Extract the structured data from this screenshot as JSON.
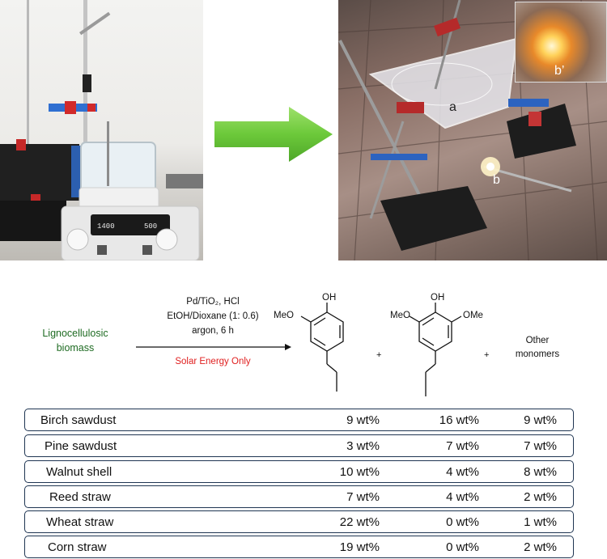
{
  "photos": {
    "left_display": "1400",
    "left_display_right": "500",
    "right_label_a": "a",
    "right_label_b": "b",
    "right_label_b_prime": "b’"
  },
  "scheme": {
    "feedstock_line1": "Lignocellulosic",
    "feedstock_line2": "biomass",
    "condition_catalyst": "Pd/TiO₂, HCl",
    "condition_solvent": "EtOH/Dioxane (1: 0.6)",
    "condition_atmosphere": "argon, 6 h",
    "energy_note": "Solar Energy Only",
    "plus": "+",
    "product1_oh": "OH",
    "product1_meo": "MeO",
    "product2_oh": "OH",
    "product2_meo": "MeO",
    "product2_ome": "OMe",
    "other_line1": "Other",
    "other_line2": "monomers"
  },
  "table": {
    "rows": [
      {
        "name": "Birch sawdust",
        "v1": "9 wt%",
        "v2": "16 wt%",
        "v3": "9 wt%"
      },
      {
        "name": "Pine  sawdust",
        "v1": "3 wt%",
        "v2": "7 wt%",
        "v3": "7 wt%"
      },
      {
        "name": "Walnut shell",
        "v1": "10 wt%",
        "v2": "4 wt%",
        "v3": "8 wt%"
      },
      {
        "name": "Reed straw",
        "v1": "7 wt%",
        "v2": "4 wt%",
        "v3": "2 wt%"
      },
      {
        "name": "Wheat straw",
        "v1": "22 wt%",
        "v2": "0 wt%",
        "v3": "1 wt%"
      },
      {
        "name": "Corn straw",
        "v1": "19 wt%",
        "v2": "0 wt%",
        "v3": "2 wt%"
      }
    ]
  },
  "colors": {
    "feedstock_green": "#1e6b22",
    "solar_red": "#e02020",
    "arrow_green": "#6cc93a",
    "table_border": "#1f3552"
  }
}
